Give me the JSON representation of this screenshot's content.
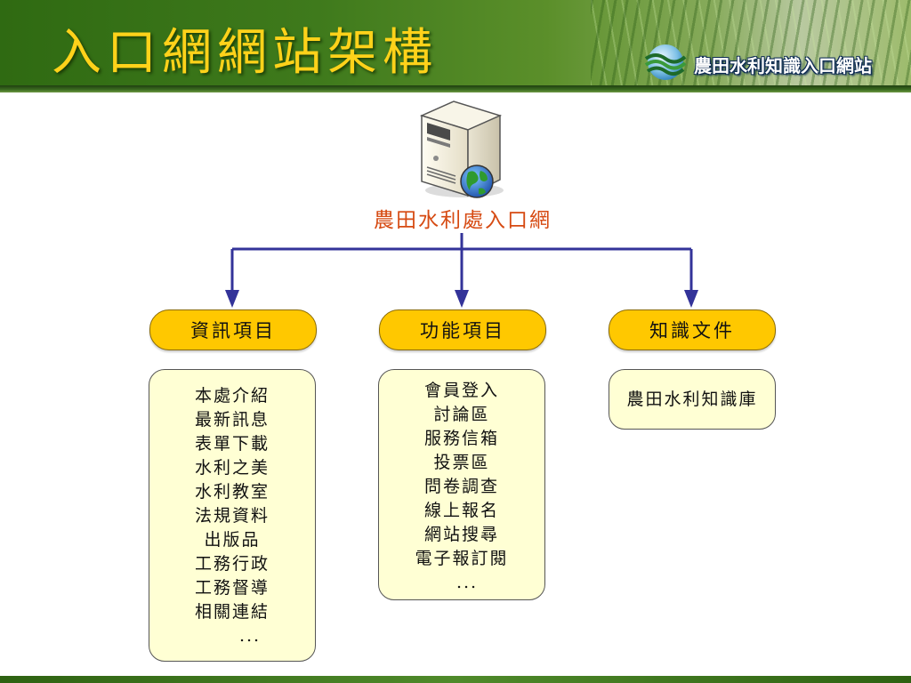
{
  "header": {
    "title": "入口網網站架構",
    "brand_name": "農田水利知識入口網站",
    "brand_logo_icon": "wave-globe-logo-icon"
  },
  "root": {
    "icon": "server-globe-icon",
    "label": "農田水利處入口網"
  },
  "categories": [
    {
      "label": "資訊項目",
      "items": [
        "本處介紹",
        "最新訊息",
        "表單下載",
        "水利之美",
        "水利教室",
        "法規資料",
        "出版品",
        "工務行政",
        "工務督導",
        "相關連結",
        "..."
      ]
    },
    {
      "label": "功能項目",
      "items": [
        "會員登入",
        "討論區",
        "服務信箱",
        "投票區",
        "問卷調查",
        "線上報名",
        "網站搜尋",
        "電子報訂閱",
        "..."
      ]
    },
    {
      "label": "知識文件",
      "items": [
        "農田水利知識庫"
      ]
    }
  ],
  "colors": {
    "title": "#ffd21a",
    "root_label": "#d64a12",
    "category_fill": "#ffc800",
    "list_fill": "#ffffd4",
    "connector": "#333399"
  }
}
